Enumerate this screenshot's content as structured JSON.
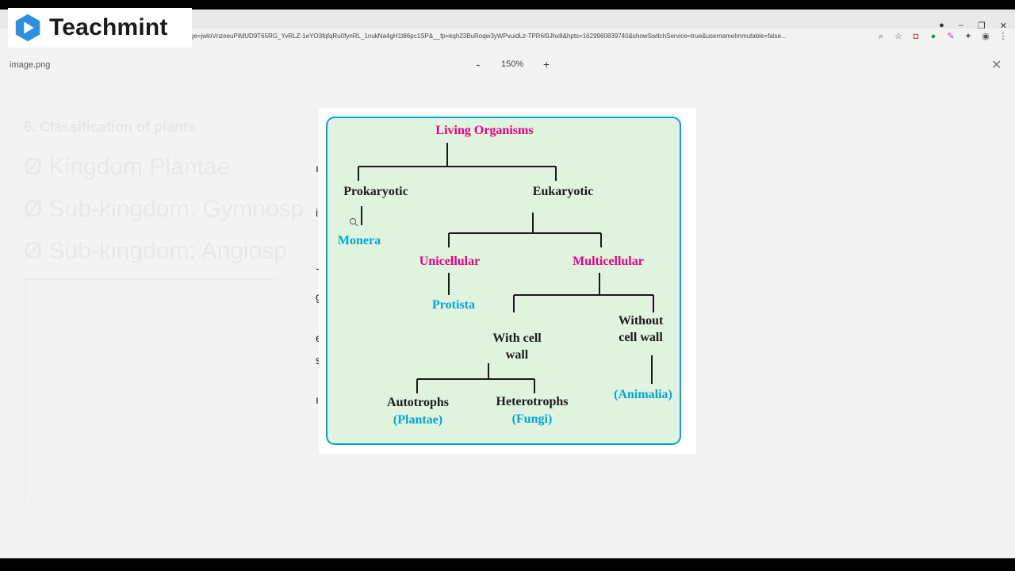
{
  "brand": {
    "name": "Teachmint"
  },
  "browser": {
    "url": "ge=jwloVnzeeuPiMUD9T65RG_YvRLZ-1eYO3fqfqRu0fynRL_1nukNa4gH1t86pc1SP&__fp=kqh23BuRoqw3yWPvuidLz-TPR6I9Jhx8&hpts=1629960839740&showSwitchService=true&usernameImmutable=false..."
  },
  "viewer": {
    "filename": "image.png",
    "zoom": "150%",
    "zoom_out": "-",
    "zoom_in": "+"
  },
  "ghost": {
    "title": "6. Classification of plants",
    "lines": [
      "Ø Kingdom Plantae",
      "Ø Sub-kingdom: Gymnosp",
      "Ø Sub-kingdom: Angiosp"
    ]
  },
  "diagram": {
    "root": "Living Organisms",
    "prokaryotic": "Prokaryotic",
    "eukaryotic": "Eukaryotic",
    "monera": "Monera",
    "unicellular": "Unicellular",
    "multicellular": "Multicellular",
    "protista": "Protista",
    "with_cell_wall_1": "With cell",
    "with_cell_wall_2": "wall",
    "without_cell_wall_1": "Without",
    "without_cell_wall_2": "cell wall",
    "autotrophs": "Autotrophs",
    "plantae": "(Plantae)",
    "heterotrophs": "Heterotrophs",
    "fungi": "(Fungi)",
    "animalia": "(Animalia)",
    "colors": {
      "magenta": "#e6007e",
      "cyan": "#00a6d6",
      "black": "#1a1a1a",
      "box_fill": "#dff3de",
      "box_border": "#00a6d6"
    }
  },
  "edge_ticks": [
    "ı",
    "i",
    "-",
    "g",
    "e",
    "s",
    "ı"
  ]
}
